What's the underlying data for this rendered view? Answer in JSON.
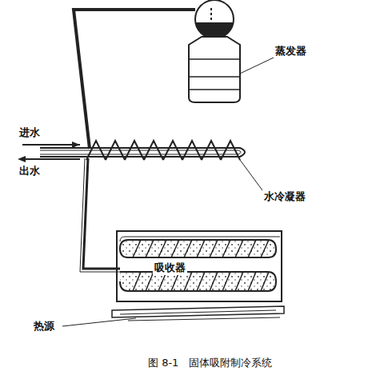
{
  "diagram": {
    "caption": "图 8-1   固体吸附制冷系统",
    "nodes": [
      {
        "text": [
          "吸收器"
        ]
      }
    ],
    "labels": [
      "蒸发器",
      "进水",
      "出水",
      "水冷凝器",
      "热源"
    ]
  }
}
